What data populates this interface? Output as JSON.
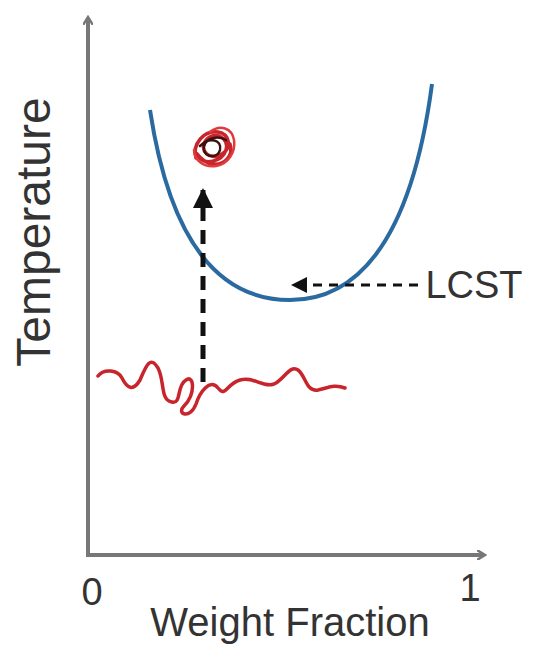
{
  "diagram": {
    "labels": [
      "Temperature",
      "LCST",
      "0",
      "Weight Fraction",
      "1"
    ]
  }
}
